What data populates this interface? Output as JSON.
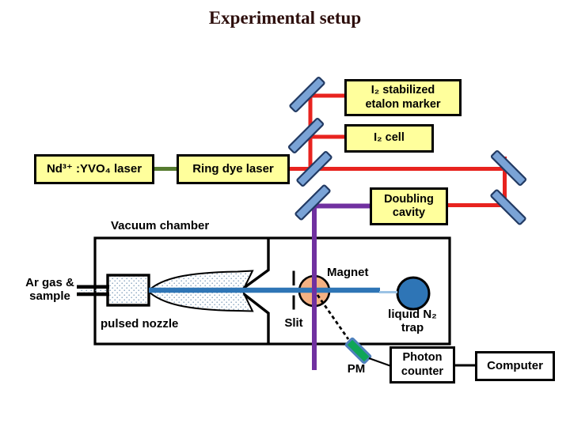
{
  "title": "Experimental setup",
  "boxes": {
    "nd_laser": "Nd³⁺ :YVO₄ laser",
    "ring_dye_laser": "Ring dye laser",
    "etalon_marker": "I₂ stabilized\netalon marker",
    "i2_cell": "I₂ cell",
    "doubling_cavity": "Doubling\ncavity",
    "photon_counter": "Photon\ncounter",
    "computer": "Computer"
  },
  "labels": {
    "vacuum_chamber": "Vacuum chamber",
    "ar_gas_sample": "Ar gas &\nsample",
    "pulsed_nozzle": "pulsed nozzle",
    "magnet": "Magnet",
    "slit": "Slit",
    "pm": "PM",
    "liquid_n2_trap": "liquid N₂\ntrap"
  },
  "colors": {
    "box_yellow": "#FFFF9C",
    "beam_red": "#E8231F",
    "uv_beam_purple": "#7030A0",
    "molecular_beam_blue": "#2E75B6",
    "molecular_beam_light": "#9CC3E5",
    "pump_beam_green": "#567B2F",
    "mirror_fill": "#7AA3D6",
    "mirror_stroke": "#223A63",
    "magnet_peach": "#F4B183",
    "trap_blue": "#2E75B6",
    "pm_green": "#0FA658",
    "title_color": "#2E0F0D"
  }
}
